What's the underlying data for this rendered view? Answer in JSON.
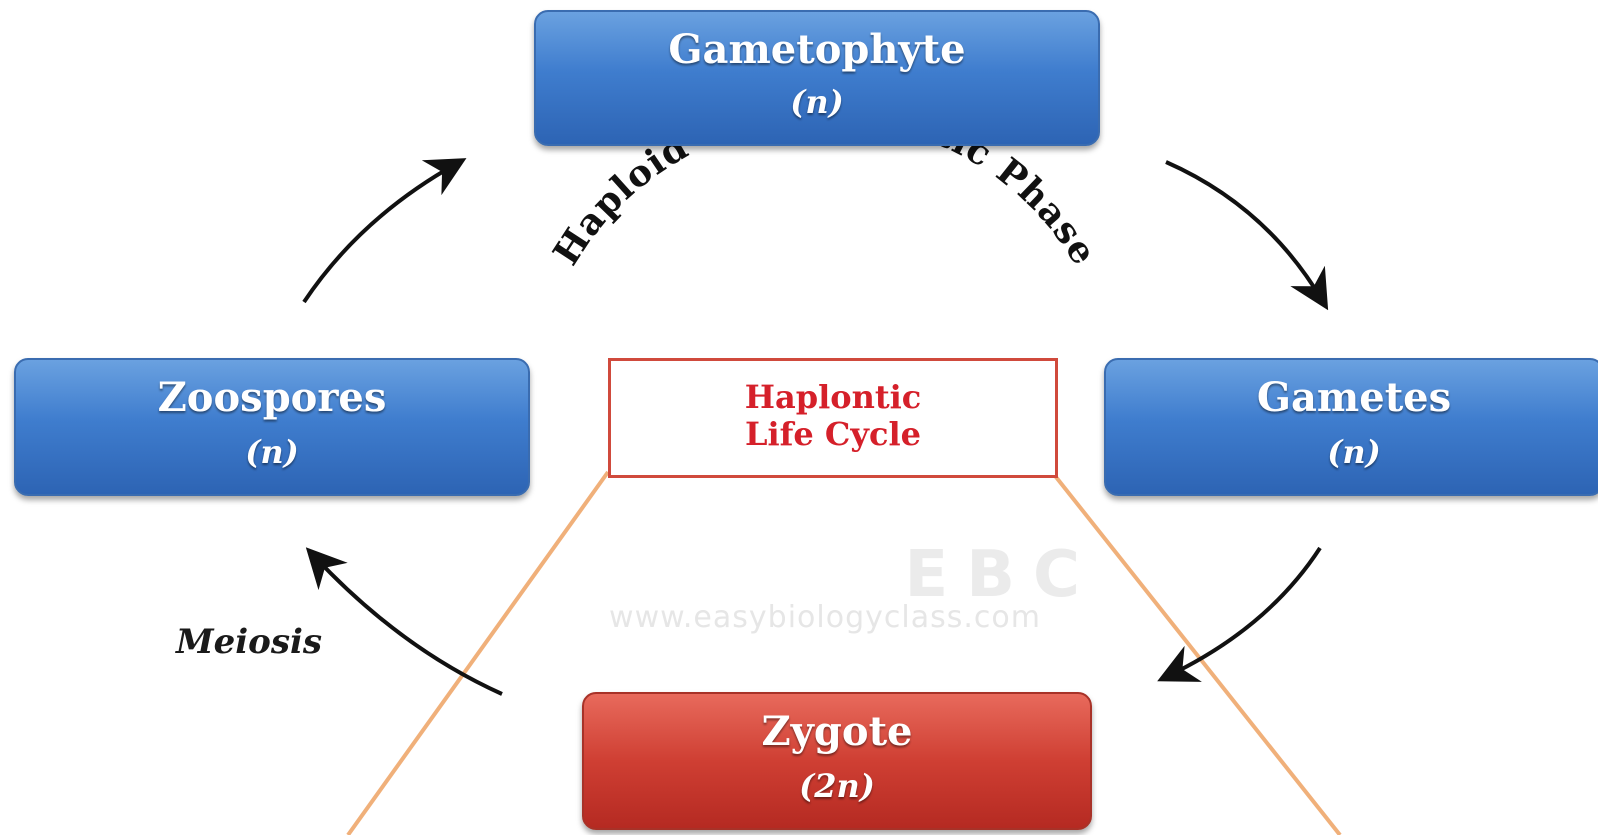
{
  "boxes": {
    "gametophyte": {
      "title": "Gametophyte",
      "ploidy": "(n)"
    },
    "zoospores": {
      "title": "Zoospores",
      "ploidy": "(n)"
    },
    "gametes": {
      "title": "Gametes",
      "ploidy": "(n)"
    },
    "zygote": {
      "title": "Zygote",
      "ploidy": "(2n)"
    }
  },
  "center": {
    "line1": "Haplontic",
    "line2": "Life Cycle"
  },
  "arc_label": "Haploid Gametophytic Phase",
  "meiosis_label": "Meiosis",
  "watermark": {
    "logo": "EBC",
    "url": "www.easybiologyclass.com"
  },
  "colors": {
    "box_blue": "#3f7dce",
    "box_red": "#cf3f33",
    "center_text": "#d5202a",
    "center_border": "#d04a3c",
    "guide_lines": "#f0b07a",
    "arrows": "#111111"
  }
}
